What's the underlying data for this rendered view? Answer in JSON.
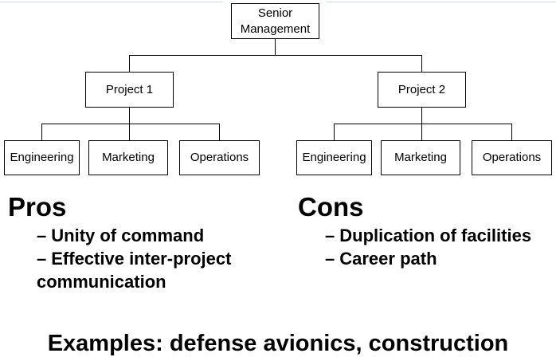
{
  "org_chart": {
    "root": "Senior Management",
    "projects": [
      {
        "label": "Project 1",
        "departments": [
          "Engineering",
          "Marketing",
          "Operations"
        ]
      },
      {
        "label": "Project 2",
        "departments": [
          "Engineering",
          "Marketing",
          "Operations"
        ]
      }
    ]
  },
  "pros": {
    "heading": "Pros",
    "items": [
      "Unity of command",
      "Effective inter-project",
      "communication"
    ]
  },
  "cons": {
    "heading": "Cons",
    "items": [
      "Duplication of facilities",
      "Career path"
    ]
  },
  "dash": "–",
  "examples": "Examples: defense avionics, construction",
  "colors": {
    "background": "#ffffff",
    "line": "#000000",
    "accent_line": "#c9dce9"
  }
}
